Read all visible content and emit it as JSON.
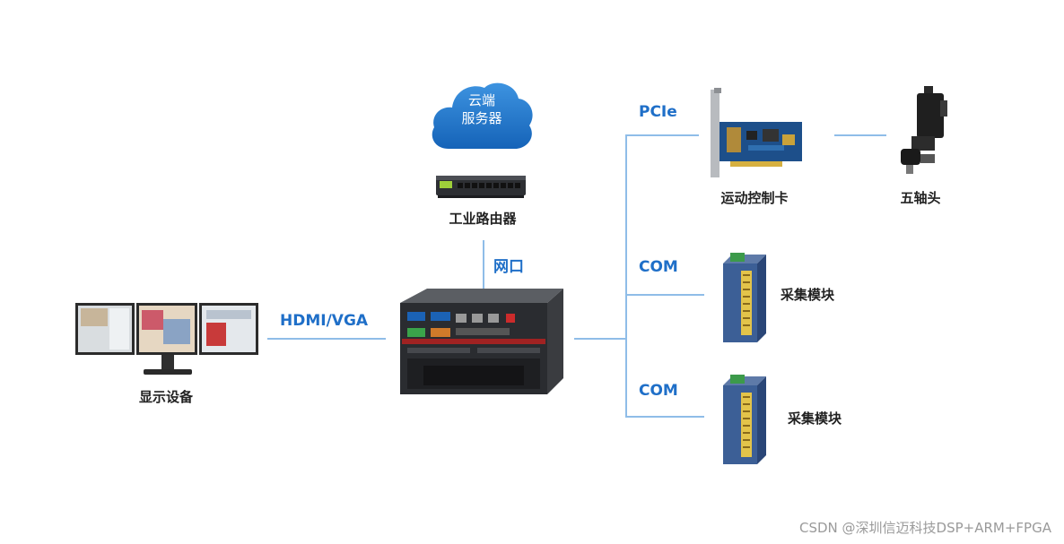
{
  "cloud": {
    "line1": "云端",
    "line2": "服务器"
  },
  "devices": {
    "router": "工业路由器",
    "display": "显示设备",
    "motion_card": "运动控制卡",
    "five_axis": "五轴头",
    "acq_module_1": "采集模块",
    "acq_module_2": "采集模块"
  },
  "connections": {
    "network": "网口",
    "hdmi": "HDMI/VGA",
    "pcie": "PCIe",
    "com1": "COM",
    "com2": "COM"
  },
  "watermark": "CSDN @深圳信迈科技DSP+ARM+FPGA",
  "colors": {
    "accent": "#1f6fc8",
    "line": "#8fbde8",
    "cloud": "#1a73c9"
  }
}
